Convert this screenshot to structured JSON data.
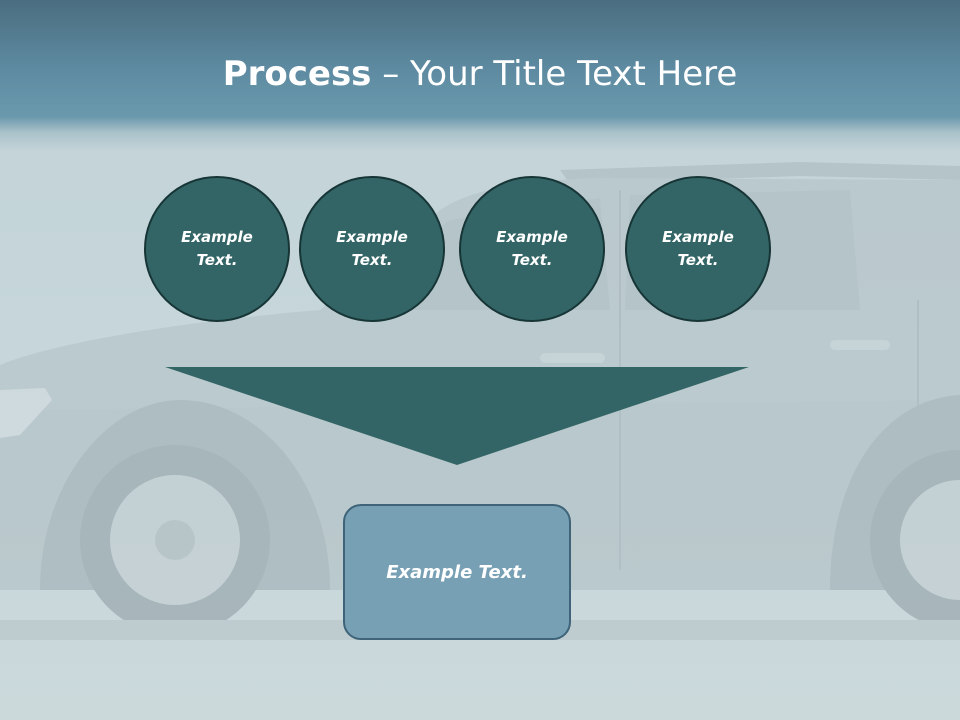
{
  "title": {
    "bold": "Process",
    "rest": " – Your Title Text Here"
  },
  "circles": [
    {
      "text": "Example Text."
    },
    {
      "text": "Example Text."
    },
    {
      "text": "Example Text."
    },
    {
      "text": "Example Text."
    }
  ],
  "result": {
    "text": "Example Text."
  },
  "colors": {
    "header": "#5d8aa0",
    "circle_fill": "#336566",
    "circle_border": "#173536",
    "funnel": "#336566",
    "result_fill": "#77a0b5",
    "result_border": "#3f6479",
    "background": "#c6d6da"
  }
}
